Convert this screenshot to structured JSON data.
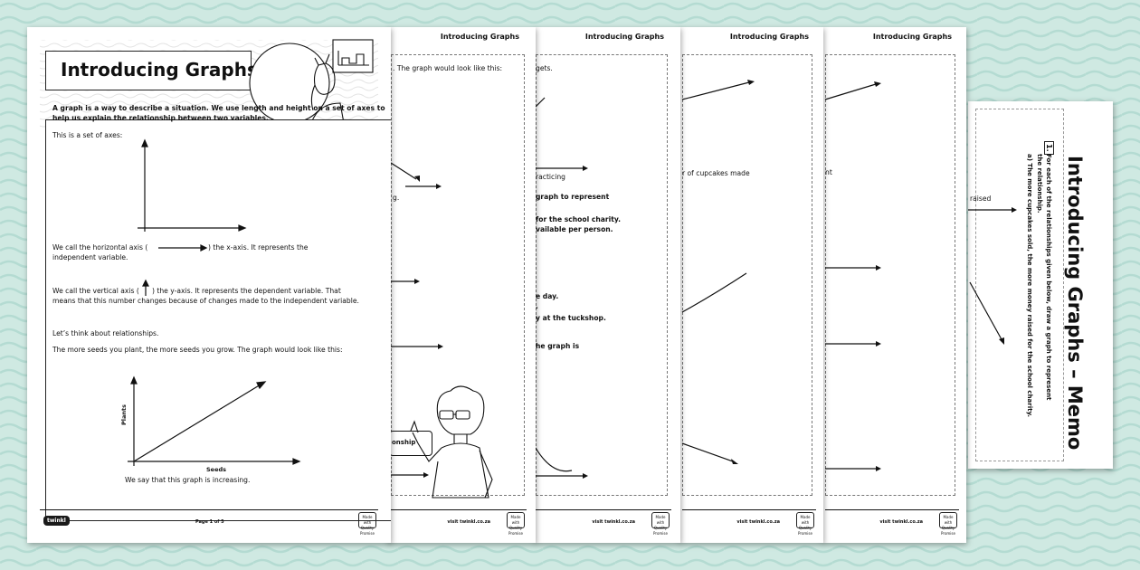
{
  "pages": {
    "page1": {
      "title": "Introducing Graphs",
      "intro": [
        "A graph is a way to describe a situation. We use length and height on a set of axes to",
        "help us explain the relationship between two variables."
      ],
      "axes_caption": "This is a set of axes:",
      "horizontal_a": "We call the horizontal axis (",
      "horizontal_b": ") the x-axis. It represents the",
      "horizontal_c": "independent variable.",
      "vertical_a": "We call the vertical axis (",
      "vertical_b": ") the y-axis. It represents the dependent variable. That",
      "vertical_c": "means that this number changes because of changes made to the independent variable.",
      "relationships": "Let’s think about relationships.",
      "seeds_text": "The more seeds you plant, the more seeds you grow. The graph would look like this:",
      "graph_y_label": "Plants",
      "graph_x_label": "Seeds",
      "increasing": "We say that this graph is increasing.",
      "page_number": "Page 1 of 5",
      "logo": "twinkl"
    },
    "page2": {
      "header": "Introducing Graphs",
      "line1": ". The graph would look like this:",
      "line2": "g.",
      "callout": "onship",
      "site": "visit twinkl.co.za"
    },
    "page3": {
      "header": "Introducing Graphs",
      "line1": "gets.",
      "line2": "racticing",
      "line3": "graph to represent",
      "line4": "for the school charity.",
      "line5": "vailable per person.",
      "line6": "e day.",
      "line7": ".",
      "line8": "y at the tuckshop.",
      "line9": "he graph is",
      "site": "visit twinkl.co.za"
    },
    "page4": {
      "header": "Introducing Graphs",
      "line1": "r of cupcakes made",
      "site": "visit twinkl.co.za"
    },
    "page5": {
      "header": "Introducing Graphs",
      "line1": "nt",
      "site": "visit twinkl.co.za"
    },
    "memo": {
      "title": "Introducing Graphs – Memo",
      "number": "1.",
      "q_line1": "For each of the relationships given below, draw a graph to represent",
      "q_line2": "the relationship.",
      "q_a": "a)  The more cupcakes sold, the more money raised for the school charity.",
      "raised": "raised"
    },
    "badge_text": "Made with Quality Promise"
  }
}
